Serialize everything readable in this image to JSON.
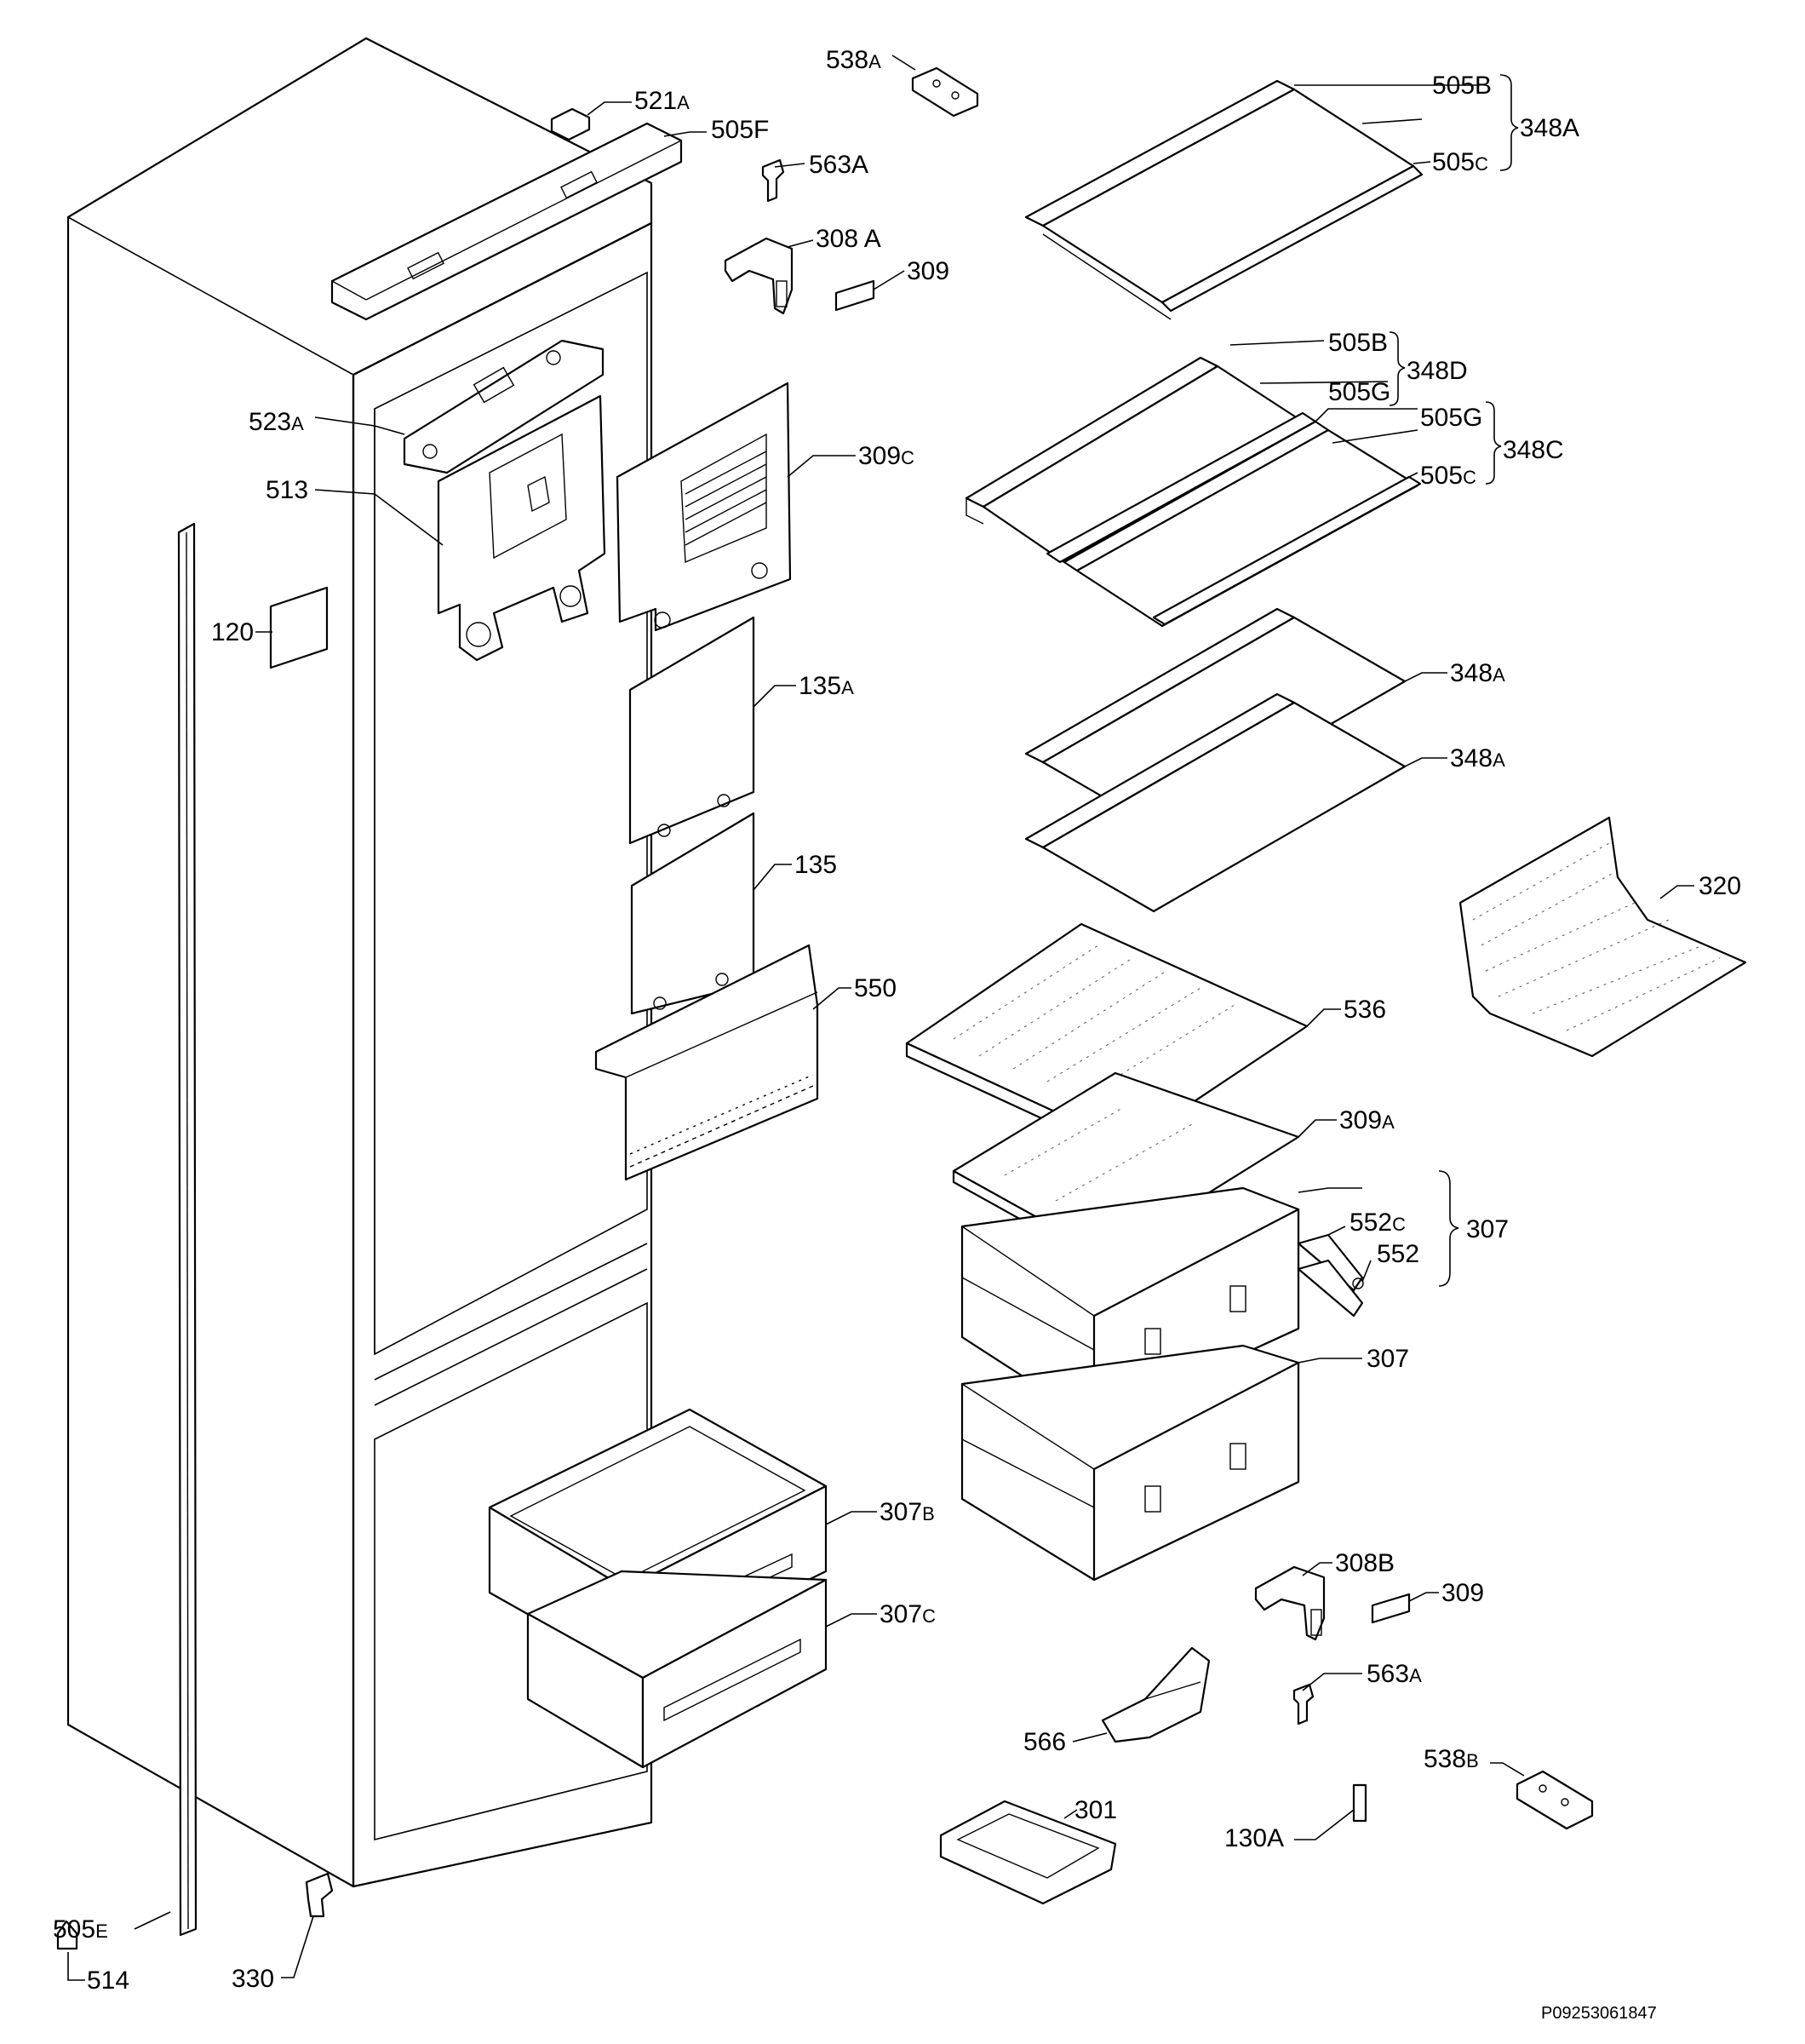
{
  "diagram": {
    "footer_code": "P09253061847",
    "labels": [
      {
        "id": "538A",
        "main": "538",
        "sub": "A"
      },
      {
        "id": "521A",
        "main": "521",
        "sub": "A"
      },
      {
        "id": "505F",
        "main": "505F",
        "sub": ""
      },
      {
        "id": "563A-top",
        "main": "563A",
        "sub": ""
      },
      {
        "id": "308A",
        "main": "308 A",
        "sub": ""
      },
      {
        "id": "309-top",
        "main": "309",
        "sub": ""
      },
      {
        "id": "505B-1",
        "main": "505B",
        "sub": ""
      },
      {
        "id": "348A-1",
        "main": "348A",
        "sub": ""
      },
      {
        "id": "505C-1",
        "main": "505",
        "sub": "C"
      },
      {
        "id": "505B-2",
        "main": "505B",
        "sub": ""
      },
      {
        "id": "348D",
        "main": "348D",
        "sub": ""
      },
      {
        "id": "505G-1",
        "main": "505G",
        "sub": ""
      },
      {
        "id": "505G-2",
        "main": "505G",
        "sub": ""
      },
      {
        "id": "348C",
        "main": "348C",
        "sub": ""
      },
      {
        "id": "505C-2",
        "main": "505",
        "sub": "C"
      },
      {
        "id": "523A",
        "main": "523",
        "sub": "A"
      },
      {
        "id": "513",
        "main": "513",
        "sub": ""
      },
      {
        "id": "309C",
        "main": "309",
        "sub": "C"
      },
      {
        "id": "120",
        "main": "120",
        "sub": ""
      },
      {
        "id": "135A",
        "main": "135",
        "sub": "A"
      },
      {
        "id": "348A-2",
        "main": "348",
        "sub": "A"
      },
      {
        "id": "348A-3",
        "main": "348",
        "sub": "A"
      },
      {
        "id": "135",
        "main": "135",
        "sub": ""
      },
      {
        "id": "320",
        "main": "320",
        "sub": ""
      },
      {
        "id": "550",
        "main": "550",
        "sub": ""
      },
      {
        "id": "536",
        "main": "536",
        "sub": ""
      },
      {
        "id": "309A",
        "main": "309",
        "sub": "A"
      },
      {
        "id": "552C",
        "main": "552",
        "sub": "C"
      },
      {
        "id": "307-1",
        "main": "307",
        "sub": ""
      },
      {
        "id": "552",
        "main": "552",
        "sub": ""
      },
      {
        "id": "307-2",
        "main": "307",
        "sub": ""
      },
      {
        "id": "307B",
        "main": "307",
        "sub": "B"
      },
      {
        "id": "308B",
        "main": "308B",
        "sub": ""
      },
      {
        "id": "309-bottom",
        "main": "309",
        "sub": ""
      },
      {
        "id": "307C",
        "main": "307",
        "sub": "C"
      },
      {
        "id": "563A-bottom",
        "main": "563",
        "sub": "A"
      },
      {
        "id": "566",
        "main": "566",
        "sub": ""
      },
      {
        "id": "538B",
        "main": "538",
        "sub": "B"
      },
      {
        "id": "301",
        "main": "301",
        "sub": ""
      },
      {
        "id": "130A",
        "main": "130A",
        "sub": ""
      },
      {
        "id": "505E",
        "main": "505",
        "sub": "E"
      },
      {
        "id": "330",
        "main": "330",
        "sub": ""
      },
      {
        "id": "514",
        "main": "514",
        "sub": ""
      }
    ]
  }
}
